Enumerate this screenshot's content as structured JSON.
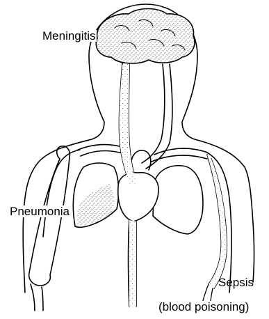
{
  "labels": {
    "meningitis": "Meningitis",
    "pneumonia": "Pneumonia",
    "sepsis": "Sepsis",
    "blood_poisoning": "(blood poisoning)"
  }
}
